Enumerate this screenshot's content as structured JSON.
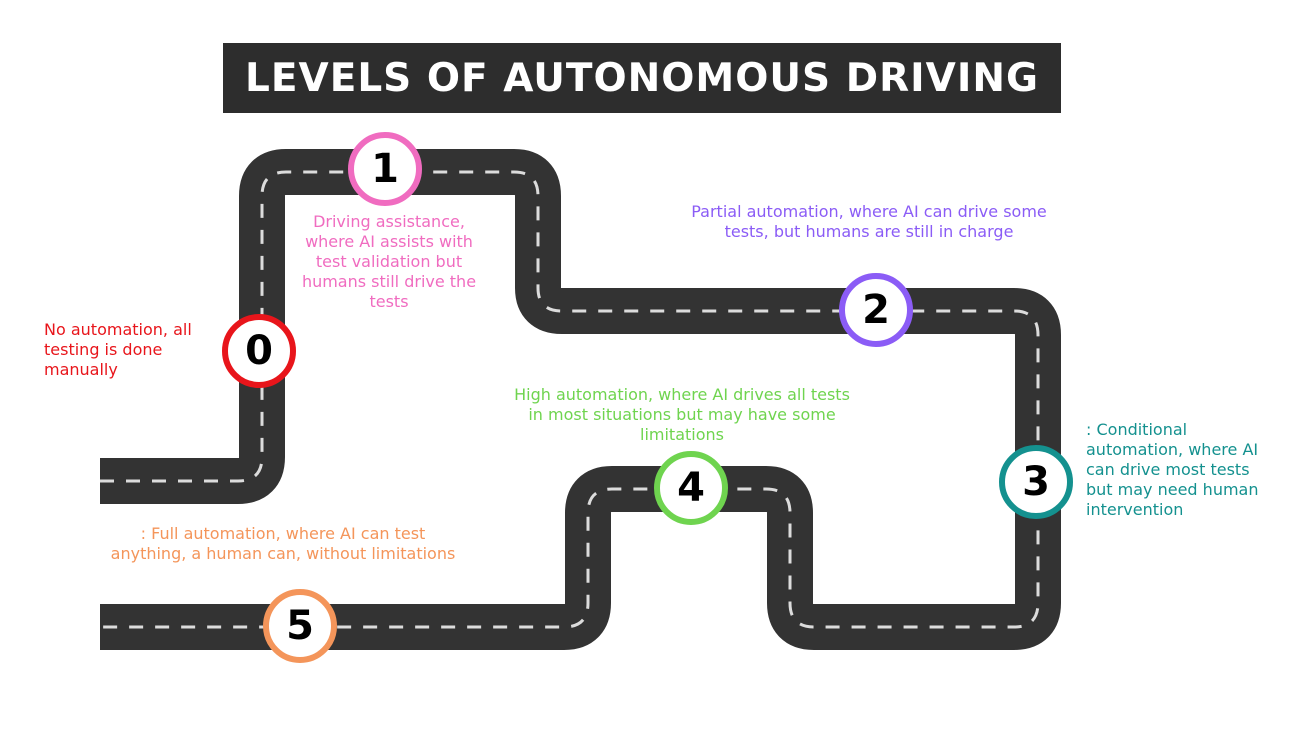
{
  "title": "LEVELS OF AUTONOMOUS DRIVING",
  "colors": {
    "banner": "#2d2d2d",
    "road": "#333333",
    "lane": "#dcdcdc",
    "level0": "#e8151b",
    "level1": "#f06cc0",
    "level2": "#8b5cf6",
    "level3": "#14918f",
    "level4": "#6fd44f",
    "level5": "#f4955a"
  },
  "levels": [
    {
      "number": "0",
      "description": "No automation, all testing is done manually"
    },
    {
      "number": "1",
      "description": "Driving assistance, where AI assists with test validation but humans still drive the tests"
    },
    {
      "number": "2",
      "description": "Partial automation, where AI can drive some tests, but humans are still in charge"
    },
    {
      "number": "3",
      "description": ": Conditional automation, where AI can drive most tests but may need human intervention"
    },
    {
      "number": "4",
      "description": "High automation, where AI drives all tests in most situations but may have some limitations"
    },
    {
      "number": "5",
      "description": ": Full automation, where AI can test anything, a human can, without limitations"
    }
  ]
}
